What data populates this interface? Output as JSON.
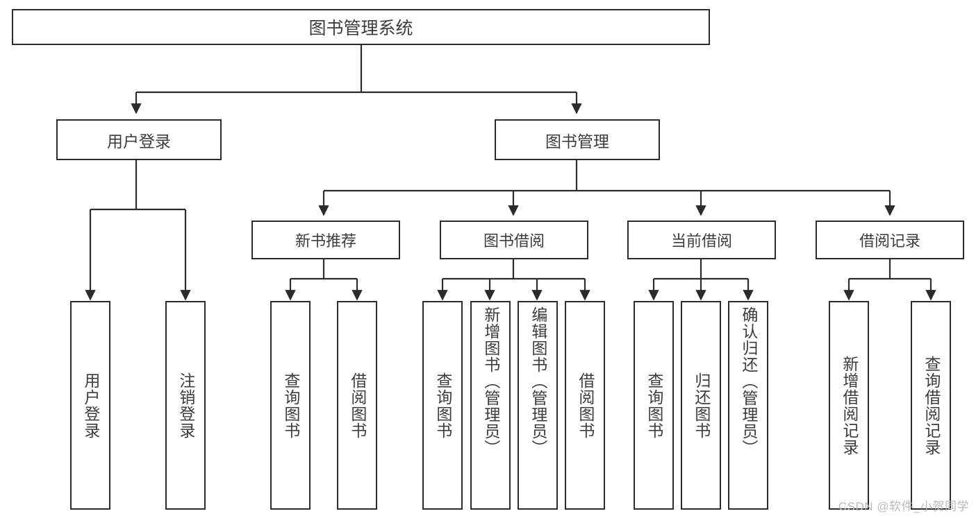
{
  "diagram": {
    "title": "图书管理系统",
    "type": "tree-hierarchy",
    "watermark": "CSDN @软件_小贺同学",
    "colors": {
      "box_border": "#2b2b2b",
      "box_fill": "#ffffff",
      "text": "#3c3c3c",
      "edge": "#2b2b2b",
      "watermark": "#b9b9b9"
    },
    "root": {
      "label": "图书管理系统"
    },
    "tier1": [
      {
        "label": "用户登录"
      },
      {
        "label": "图书管理"
      }
    ],
    "tier2": [
      {
        "label": "新书推荐"
      },
      {
        "label": "图书借阅"
      },
      {
        "label": "当前借阅"
      },
      {
        "label": "借阅记录"
      }
    ],
    "leaves": {
      "user_login": [
        {
          "label": "用户登录"
        },
        {
          "label": "注销登录"
        }
      ],
      "new_book_recommend": [
        {
          "label": "查询图书"
        },
        {
          "label": "借阅图书"
        }
      ],
      "book_borrow": [
        {
          "label": "查询图书"
        },
        {
          "label": "新增图书（管理员）"
        },
        {
          "label": "编辑图书（管理员）"
        },
        {
          "label": "借阅图书"
        }
      ],
      "current_borrow": [
        {
          "label": "查询图书"
        },
        {
          "label": "归还图书"
        },
        {
          "label": "确认归还（管理员）"
        }
      ],
      "borrow_record": [
        {
          "label": "新增借阅记录"
        },
        {
          "label": "查询借阅记录"
        }
      ]
    }
  }
}
